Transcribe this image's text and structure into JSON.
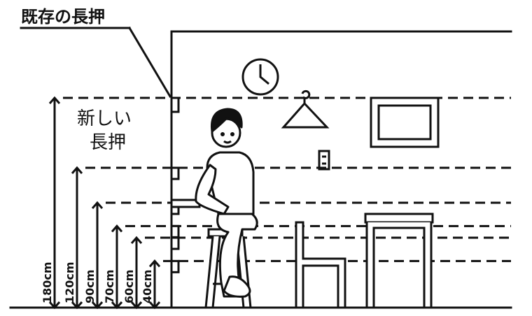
{
  "title": "既存の長押",
  "new_label": [
    "新しい",
    "長押"
  ],
  "heights": [
    {
      "label": "180cm",
      "cm": 180
    },
    {
      "label": "120cm",
      "cm": 120
    },
    {
      "label": "90cm",
      "cm": 90
    },
    {
      "label": "70cm",
      "cm": 70
    },
    {
      "label": "60cm",
      "cm": 60
    },
    {
      "label": "40cm",
      "cm": 40
    }
  ],
  "colors": {
    "ink": "#111111",
    "bg": "#ffffff"
  }
}
